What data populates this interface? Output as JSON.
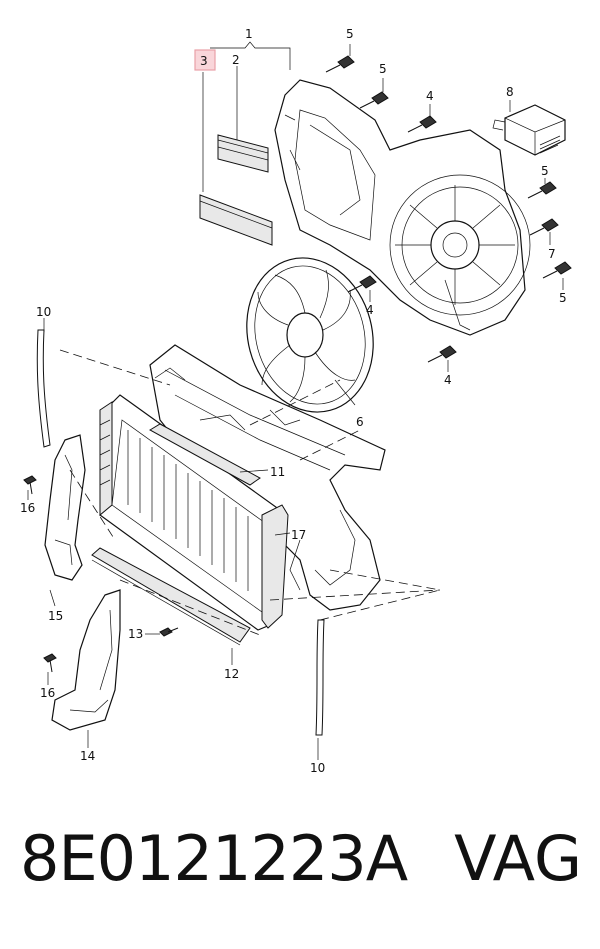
{
  "diagram": {
    "callouts": {
      "c1": "1",
      "c2": "2",
      "c3": "3",
      "c4a": "4",
      "c4b": "4",
      "c4c": "4",
      "c5a": "5",
      "c5b": "5",
      "c5c": "5",
      "c5d": "5",
      "c6": "6",
      "c7": "7",
      "c8": "8",
      "c10a": "10",
      "c10b": "10",
      "c11": "11",
      "c12": "12",
      "c13": "13",
      "c14": "14",
      "c15": "15",
      "c16a": "16",
      "c16b": "16",
      "c17": "17"
    },
    "highlight_color": "#e8a0a8"
  },
  "footer": {
    "part_number": "8E0121223A",
    "brand": "VAG"
  }
}
